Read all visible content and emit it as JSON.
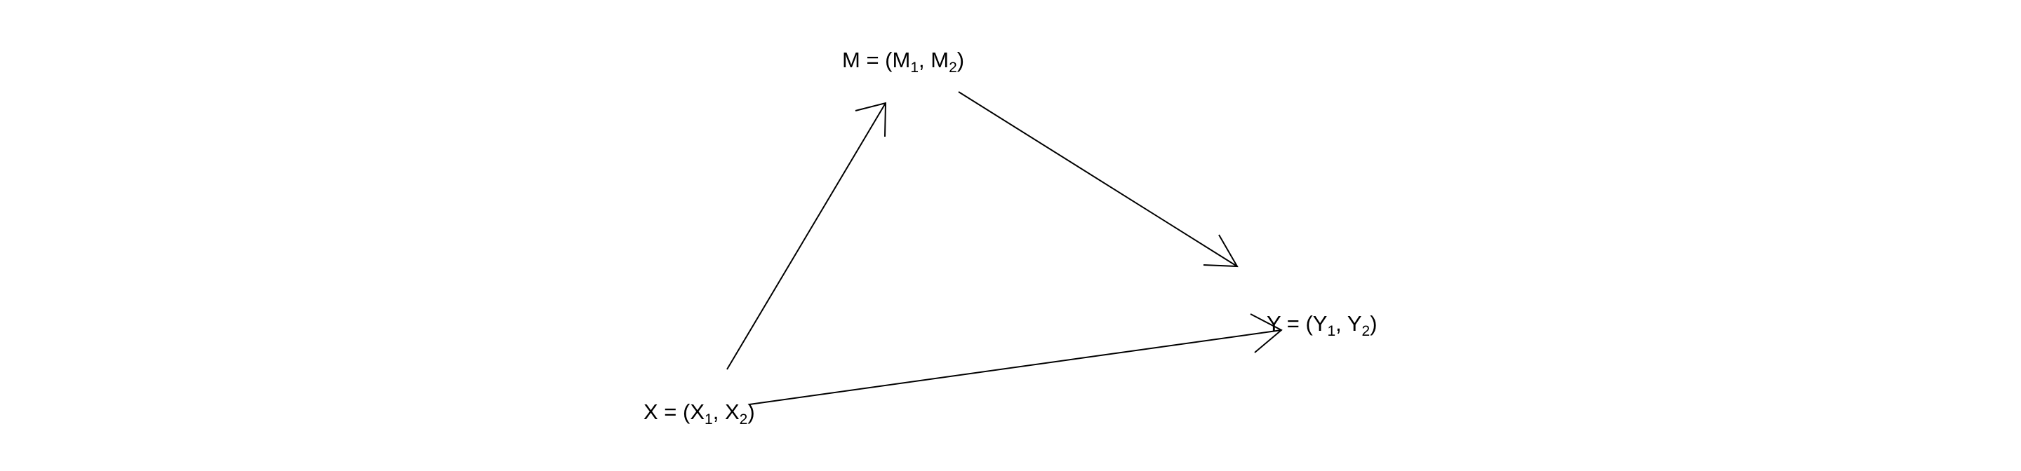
{
  "nodes": {
    "m": {
      "name": "M",
      "sep": " = (",
      "v1": "M",
      "s1": "1",
      "comma": ", ",
      "v2": "M",
      "s2": "2",
      "close": ")"
    },
    "y": {
      "name": "Y",
      "sep": " = (",
      "v1": "Y",
      "s1": "1",
      "comma": ", ",
      "v2": "Y",
      "s2": "2",
      "close": ")"
    },
    "x": {
      "name": "X",
      "sep": " = (",
      "v1": "X",
      "s1": "1",
      "comma": ", ",
      "v2": "X",
      "s2": "2",
      "close": ")"
    }
  },
  "edges": [
    {
      "from": "X",
      "to": "M"
    },
    {
      "from": "M",
      "to": "Y"
    },
    {
      "from": "X",
      "to": "Y"
    }
  ],
  "colors": {
    "line": "#000000",
    "text": "#000000",
    "background": "#ffffff"
  }
}
